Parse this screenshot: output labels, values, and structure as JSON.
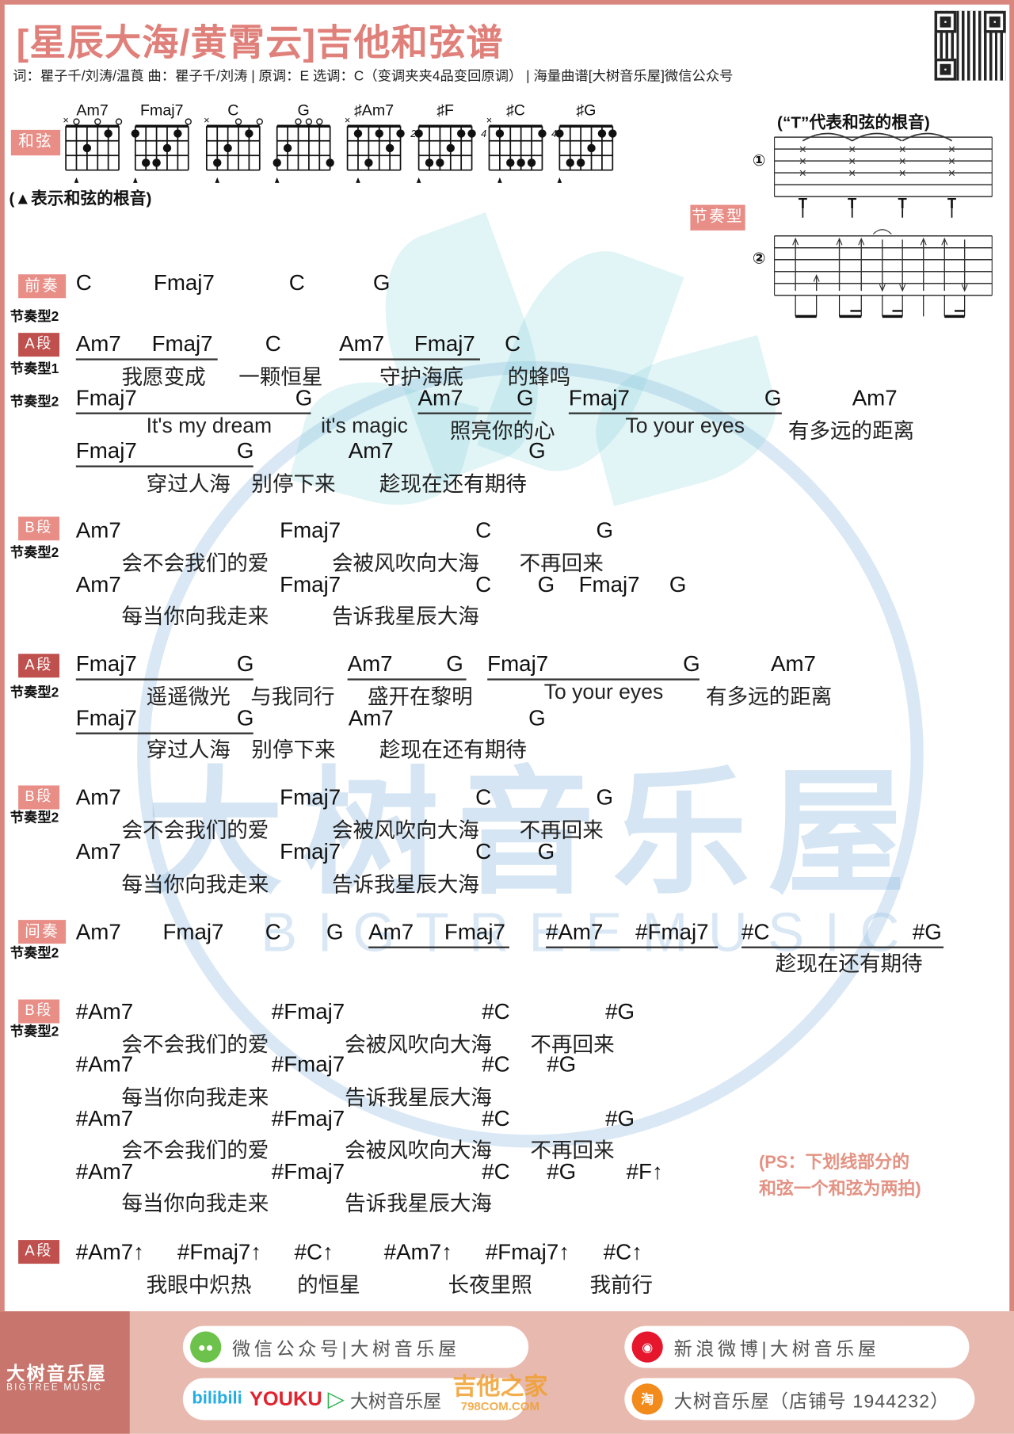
{
  "header": {
    "title": "[星辰大海/黄霄云]吉他和弦谱",
    "subtitle": "词：瞿子千/刘涛/温莨  曲：瞿子千/刘涛 | 原调：E  选调：C（变调夹夹4品变回原调） | 海量曲谱[大树音乐屋]微信公众号"
  },
  "chord_chart": {
    "badge": "和弦",
    "root_note": "(▲表示和弦的根音)",
    "chords": [
      {
        "name": "Am7",
        "base_fret": "",
        "strings": [
          "x",
          "0",
          2,
          "0",
          1,
          "0"
        ],
        "root_string": 5
      },
      {
        "name": "Fmaj7",
        "base_fret": "",
        "strings": [
          1,
          3,
          3,
          2,
          1,
          "0"
        ],
        "root_string": 6
      },
      {
        "name": "C",
        "base_fret": "",
        "strings": [
          "x",
          3,
          2,
          "0",
          1,
          "0"
        ],
        "root_string": 5
      },
      {
        "name": "G",
        "base_fret": "",
        "strings": [
          3,
          2,
          "0",
          "0",
          "0",
          3
        ],
        "root_string": 6
      },
      {
        "name": "♯Am7",
        "base_fret": "",
        "strings": [
          "x",
          1,
          3,
          1,
          2,
          1
        ],
        "root_string": 5
      },
      {
        "name": "♯F",
        "base_fret": "2",
        "strings": [
          1,
          3,
          3,
          2,
          1,
          1
        ],
        "root_string": 6
      },
      {
        "name": "♯C",
        "base_fret": "4",
        "strings": [
          "x",
          1,
          3,
          3,
          3,
          1
        ],
        "root_string": 5
      },
      {
        "name": "♯G",
        "base_fret": "4",
        "strings": [
          1,
          3,
          3,
          2,
          1,
          1
        ],
        "root_string": 6
      }
    ]
  },
  "rhythm": {
    "note": "(“T”代表和弦的根音)",
    "badge": "节奏型",
    "pattern1_label": "①",
    "pattern2_label": "②",
    "root_mark": "T"
  },
  "sections": [
    {
      "label": "前奏",
      "rhythm": [
        "节奏型2"
      ],
      "lines": [
        {
          "chords": [
            "C",
            "Fmaj7",
            "C",
            "G"
          ],
          "lyrics": []
        }
      ]
    },
    {
      "label": "A段",
      "rhythm": [
        "节奏型1",
        "节奏型2"
      ],
      "lines": [
        {
          "chords": [
            "Am7",
            "Fmaj7",
            "C",
            "Am7",
            "Fmaj7",
            "C"
          ],
          "lyrics": [
            "我愿变成",
            "一颗恒星",
            "守护海底",
            "的蜂鸣"
          ]
        },
        {
          "chords": [
            "Fmaj7",
            "G",
            "Am7",
            "G",
            "Fmaj7",
            "G",
            "Am7"
          ],
          "lyrics": [
            "It's my dream",
            "it's magic",
            "照亮你的心",
            "To your eyes",
            "有多远的距离"
          ]
        },
        {
          "chords": [
            "Fmaj7",
            "G",
            "Am7",
            "G"
          ],
          "lyrics": [
            "穿过人海",
            "别停下来",
            "趁现在还有期待"
          ]
        }
      ]
    },
    {
      "label": "B段",
      "rhythm": [
        "节奏型2"
      ],
      "lines": [
        {
          "chords": [
            "Am7",
            "Fmaj7",
            "C",
            "G"
          ],
          "lyrics": [
            "会不会我们的爱",
            "会被风吹向大海",
            "不再回来"
          ]
        },
        {
          "chords": [
            "Am7",
            "Fmaj7",
            "C",
            "G",
            "Fmaj7",
            "G"
          ],
          "lyrics": [
            "每当你向我走来",
            "告诉我星辰大海"
          ]
        }
      ]
    },
    {
      "label": "A段",
      "rhythm": [
        "节奏型2"
      ],
      "lines": [
        {
          "chords": [
            "Fmaj7",
            "G",
            "Am7",
            "G",
            "Fmaj7",
            "G",
            "Am7"
          ],
          "lyrics": [
            "遥遥微光",
            "与我同行",
            "盛开在黎明",
            "To your eyes",
            "有多远的距离"
          ]
        },
        {
          "chords": [
            "Fmaj7",
            "G",
            "Am7",
            "G"
          ],
          "lyrics": [
            "穿过人海",
            "别停下来",
            "趁现在还有期待"
          ]
        }
      ]
    },
    {
      "label": "B段",
      "rhythm": [
        "节奏型2"
      ],
      "lines": [
        {
          "chords": [
            "Am7",
            "Fmaj7",
            "C",
            "G"
          ],
          "lyrics": [
            "会不会我们的爱",
            "会被风吹向大海",
            "不再回来"
          ]
        },
        {
          "chords": [
            "Am7",
            "Fmaj7",
            "C",
            "G"
          ],
          "lyrics": [
            "每当你向我走来",
            "告诉我星辰大海"
          ]
        }
      ]
    },
    {
      "label": "间奏",
      "rhythm": [
        "节奏型2"
      ],
      "lines": [
        {
          "chords": [
            "Am7",
            "Fmaj7",
            "C",
            "G",
            "Am7",
            "Fmaj7",
            "#Am7",
            "#Fmaj7",
            "#C",
            "#G"
          ],
          "lyrics": [
            "趁现在还有期待"
          ]
        }
      ]
    },
    {
      "label": "B段",
      "rhythm": [
        "节奏型2"
      ],
      "lines": [
        {
          "chords": [
            "#Am7",
            "#Fmaj7",
            "#C",
            "#G"
          ],
          "lyrics": [
            "会不会我们的爱",
            "会被风吹向大海",
            "不再回来"
          ]
        },
        {
          "chords": [
            "#Am7",
            "#Fmaj7",
            "#C",
            "#G"
          ],
          "lyrics": [
            "每当你向我走来",
            "告诉我星辰大海"
          ]
        },
        {
          "chords": [
            "#Am7",
            "#Fmaj7",
            "#C",
            "#G"
          ],
          "lyrics": [
            "会不会我们的爱",
            "会被风吹向大海",
            "不再回来"
          ]
        },
        {
          "chords": [
            "#Am7",
            "#Fmaj7",
            "#C",
            "#G",
            "#F↑"
          ],
          "lyrics": [
            "每当你向我走来",
            "告诉我星辰大海"
          ]
        }
      ]
    },
    {
      "label": "A段",
      "rhythm": [],
      "lines": [
        {
          "chords": [
            "#Am7↑",
            "#Fmaj7↑",
            "#C↑",
            "#Am7↑",
            "#Fmaj7↑",
            "#C↑"
          ],
          "lyrics": [
            "我眼中炽热",
            "的恒星",
            "长夜里照",
            "我前行"
          ]
        }
      ]
    }
  ],
  "ps_note": [
    "(PS：下划线部分的",
    "和弦一个和弦为两拍)"
  ],
  "watermark": {
    "cn": "大树音乐屋",
    "en": "BIGTREEMUSIC"
  },
  "footer": {
    "brand": "大树音乐屋",
    "brand_en": "BIGTREE MUSIC",
    "wechat": "微信公众号|大树音乐屋",
    "weibo": "新浪微博|大树音乐屋",
    "bilibili_logo": "bilibili",
    "youku_logo": "YOUKU",
    "video": "大树音乐屋",
    "taobao": "大树音乐屋（店铺号 1944232）",
    "taobao_icon": "淘",
    "site_watermark": "吉他之家",
    "site_watermark_url": "798COM.COM"
  },
  "colors": {
    "accent": "#e0807a",
    "badge_dark": "#c0504d",
    "badge_light": "#e88e87",
    "footer_dark": "#c8766d",
    "footer_light": "#e8b9ae",
    "ps": "#e39283"
  }
}
